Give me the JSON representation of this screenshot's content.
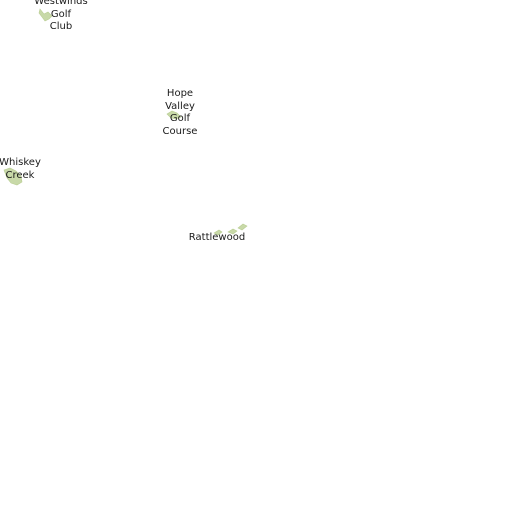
{
  "map": {
    "feature_color": "#c8d9a8",
    "label_color": "#1a1a1a",
    "places": [
      {
        "id": "westwinds",
        "label": "Westwinds\nGolf\nClub",
        "type": "golf-course"
      },
      {
        "id": "hope-valley",
        "label": "Hope\nValley\nGolf\nCourse",
        "type": "golf-course"
      },
      {
        "id": "whiskey-creek",
        "label": "Whiskey\nCreek",
        "type": "golf-course"
      },
      {
        "id": "rattlewood",
        "label": "Rattlewood",
        "type": "golf-course"
      }
    ]
  }
}
